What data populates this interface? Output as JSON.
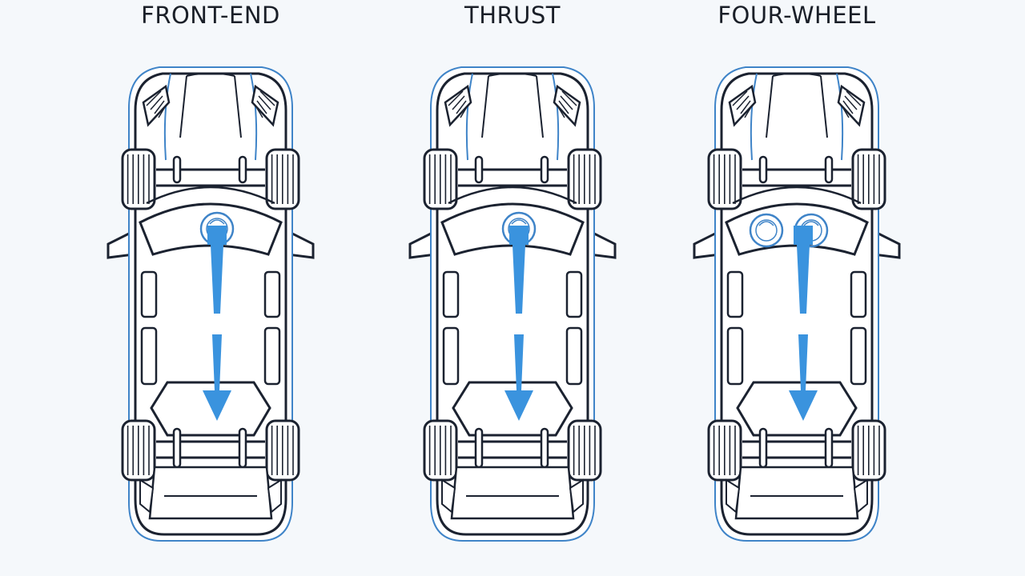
{
  "colors": {
    "outline": "#1b2230",
    "accent_outline": "#3f84c8",
    "arrow": "#3a93de",
    "background": "#f5f8fb"
  },
  "panels": [
    {
      "id": "front-end",
      "title": "FRONT-END",
      "gauges": [
        "gauge-icon"
      ]
    },
    {
      "id": "thrust",
      "title": "THRUST",
      "gauges": [
        "gauge-icon"
      ]
    },
    {
      "id": "four-wheel",
      "title": "FOUR-WHEEL",
      "gauges": [
        "gauge-icon",
        "gauge-icon"
      ]
    }
  ]
}
